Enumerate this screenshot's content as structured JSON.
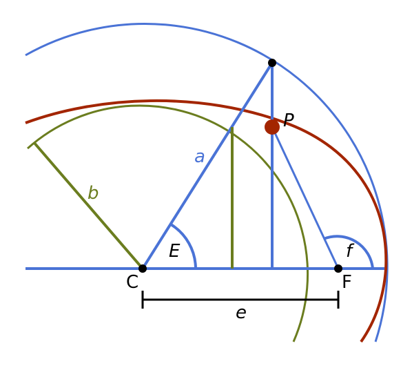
{
  "labels": {
    "semi_major": "a",
    "semi_minor": "b",
    "eccentric_anomaly": "E",
    "true_anomaly": "f",
    "point": "P",
    "center": "C",
    "focus": "F",
    "focal_distance": "e"
  },
  "colors": {
    "blue": "#4a73d6",
    "green": "#6b7d1f",
    "red": "#a32500",
    "black": "#000000",
    "background": "#ffffff"
  }
}
